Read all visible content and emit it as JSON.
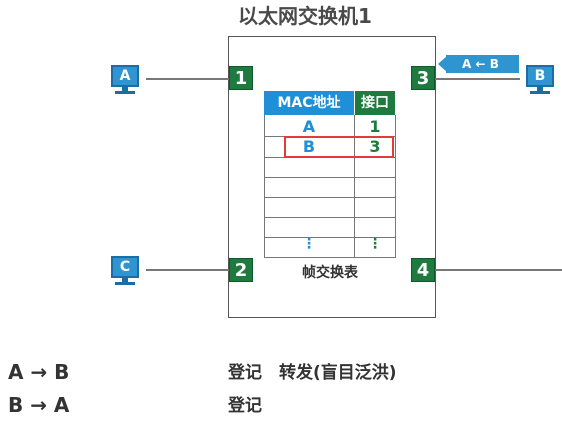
{
  "title": "以太网交换机1",
  "ports": [
    "1",
    "2",
    "3",
    "4"
  ],
  "hosts": [
    "A",
    "B",
    "C"
  ],
  "mac_table": {
    "headers": {
      "mac": "MAC地址",
      "port": "接口"
    },
    "rows": [
      {
        "mac": "A",
        "port": "1"
      },
      {
        "mac": "B",
        "port": "3"
      }
    ],
    "dots": "⋮",
    "caption": "帧交换表"
  },
  "frame_tag": "A ← B",
  "flows": [
    {
      "label": "A → B",
      "action": "登记　转发(盲目泛洪)"
    },
    {
      "label": "B → A",
      "action": "登记"
    }
  ]
}
